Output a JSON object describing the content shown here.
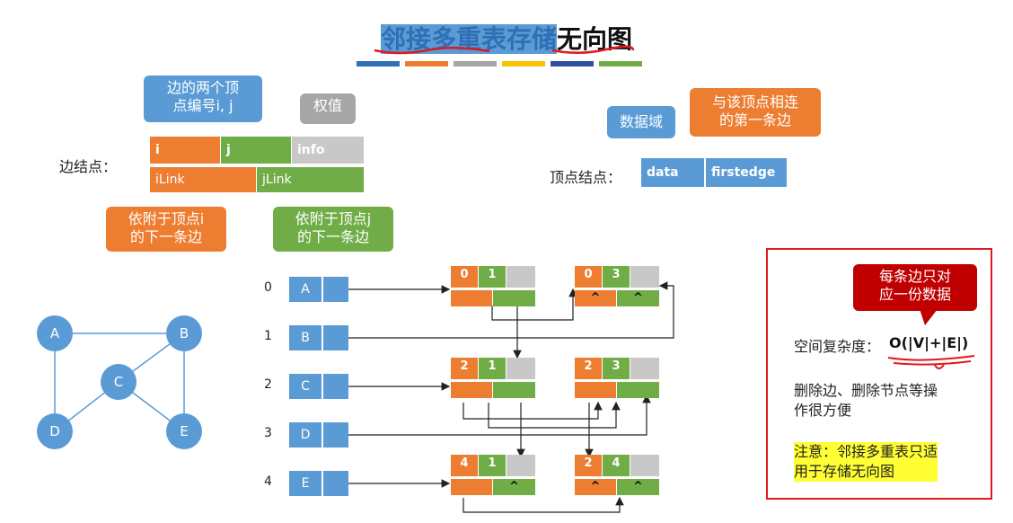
{
  "title": {
    "part1": "邻接多重表存储",
    "part2": "无向图"
  },
  "stripes": [
    "#2f6fb5",
    "#ed7d31",
    "#a6a6a6",
    "#f5c400",
    "#2f4f9f",
    "#70ad47"
  ],
  "edge_node": {
    "label": "边结点：",
    "fields": {
      "i": "i",
      "j": "j",
      "info": "info",
      "ilink": "iLink",
      "jlink": "jLink"
    },
    "callouts": {
      "ij": "边的两个顶\n点编号i, j",
      "weight": "权值",
      "ilink": "依附于顶点i\n的下一条边",
      "jlink": "依附于顶点j\n的下一条边"
    }
  },
  "vertex_node": {
    "label": "顶点结点：",
    "fields": {
      "data": "data",
      "firstedge": "firstedge"
    },
    "callouts": {
      "data": "数据域",
      "firstedge": "与该顶点相连\n的第一条边"
    }
  },
  "graph": {
    "nodes": [
      "A",
      "B",
      "C",
      "D",
      "E"
    ],
    "edges": [
      [
        "A",
        "B"
      ],
      [
        "A",
        "D"
      ],
      [
        "B",
        "C"
      ],
      [
        "B",
        "E"
      ],
      [
        "C",
        "D"
      ],
      [
        "C",
        "E"
      ]
    ]
  },
  "vertex_table": {
    "indices": [
      "0",
      "1",
      "2",
      "3",
      "4"
    ],
    "labels": [
      "A",
      "B",
      "C",
      "D",
      "E"
    ]
  },
  "edge_list": [
    {
      "i": "0",
      "j": "1",
      "ilink": "",
      "jlink": ""
    },
    {
      "i": "0",
      "j": "3",
      "ilink": "^",
      "jlink": "^"
    },
    {
      "i": "2",
      "j": "1",
      "ilink": "",
      "jlink": ""
    },
    {
      "i": "2",
      "j": "3",
      "ilink": "",
      "jlink": ""
    },
    {
      "i": "4",
      "j": "1",
      "ilink": "",
      "jlink": "^"
    },
    {
      "i": "2",
      "j": "4",
      "ilink": "^",
      "jlink": "^"
    }
  ],
  "notes": {
    "callout": "每条边只对\n应一份数据",
    "space_label": "空间复杂度：",
    "space_value": "O(|V|+|E|)",
    "ops": "删除边、删除节点等操\n作很方便",
    "warning": "注意：邻接多重表只适\n用于存储无向图"
  },
  "colors": {
    "blue": "#5b9bd5",
    "orange": "#ed7d31",
    "green": "#70ad47",
    "gray": "#c8c8c8",
    "red": "#e0191f",
    "highlight": "#ffff33"
  }
}
